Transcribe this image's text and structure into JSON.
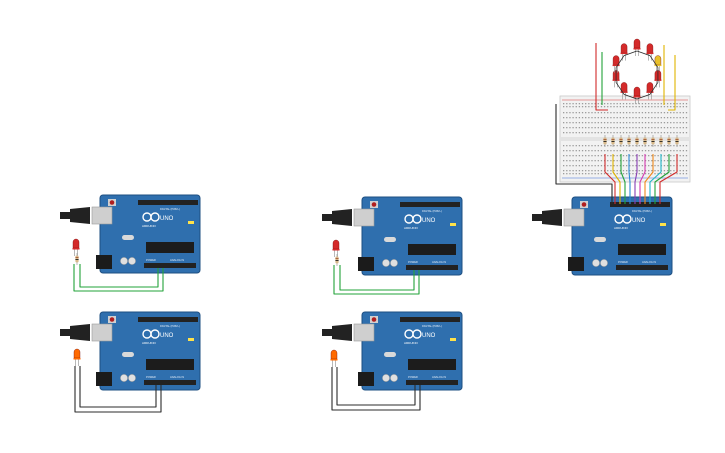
{
  "canvas": {
    "background": "#ffffff"
  },
  "board": {
    "model_label": "UNO",
    "brand_label": "ARDUINO",
    "header_label": "DIGITAL (PWM~)",
    "power_label": "POWER",
    "analog_label": "ANALOG IN",
    "pcb_color": "#2f6fae",
    "pcb_edge_color": "#1e4f82"
  },
  "colors": {
    "usb_plug": "#222222",
    "usb_metal": "#c9c9c9",
    "reset_button": "#d9d9d9",
    "led_red": "#d42a2a",
    "led_orange": "#ff6a00",
    "led_yellow": "#e8c12a",
    "resistor_body": "#d8b98a",
    "wire_green": "#22a33a",
    "wire_black": "#2b2b2b",
    "wire_red": "#d22b2b",
    "wire_yellow": "#e0b400",
    "wire_blue": "#2b8ad6",
    "wire_purple": "#8a3fb5",
    "wire_magenta": "#d63ab0",
    "wire_orange": "#f08a1c",
    "wire_cyan": "#1fb6c8",
    "breadboard": "#f2f2f2",
    "breadboard_edge": "#c8c8c8",
    "breadboard_rail_red": "#d63a3a",
    "breadboard_rail_blue": "#3a6ad6"
  },
  "circuits": [
    {
      "id": "circuit-1",
      "led": "red",
      "wire": "green"
    },
    {
      "id": "circuit-2",
      "led": "red",
      "wire": "green"
    },
    {
      "id": "circuit-3",
      "led": "ring",
      "wire": "multi"
    },
    {
      "id": "circuit-4",
      "led": "orange",
      "wire": "black"
    },
    {
      "id": "circuit-5",
      "led": "orange",
      "wire": "black"
    }
  ],
  "ring_led_count": 10,
  "resistor_count": 10
}
